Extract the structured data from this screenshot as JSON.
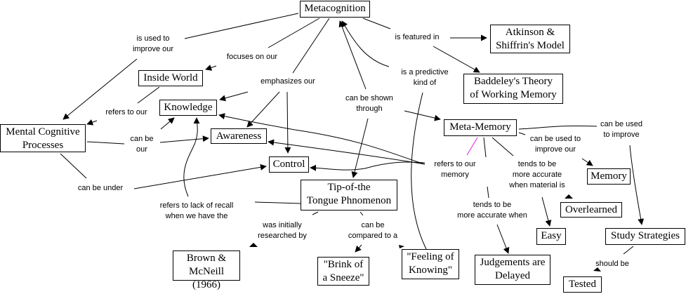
{
  "diagram": {
    "title": "Metacognition",
    "concepts": {
      "metacognition": "Metacognition",
      "atkinson": "Atkinson &\nShiffrin's Model",
      "baddeley": "Baddeley's Theory\nof Working Memory",
      "inside_world": "Inside World",
      "knowledge": "Knowledge",
      "mental_cognitive": "Mental Cognitive\nProcesses",
      "awareness": "Awareness",
      "control": "Control",
      "meta_memory": "Meta-Memory",
      "tip_of_tongue": "Tip-of-the\nTongue Phnomenon",
      "memory": "Memory",
      "overlearned": "Overlearned",
      "easy": "Easy",
      "study_strategies": "Study Strategies",
      "brown_mcneill": "Brown & McNeill\n(1966)",
      "brink_sneeze": "\"Brink of\na Sneeze\"",
      "feeling_knowing": "\"Feeling of\nKnowing\"",
      "judgements_delayed": "Judgements are\nDelayed",
      "tested": "Tested"
    },
    "phrases": {
      "is_used_to_improve": "is used to\nimprove our",
      "focuses_on": "focuses on our",
      "is_featured_in": "is featured in",
      "emphasizes": "emphasizes our",
      "is_predictive": "is a predictive\nkind of",
      "refers_to_our": "refers to our",
      "can_be_shown": "can be shown\nthrough",
      "can_be_our": "can be\nour",
      "can_be_used_to_improve_our": "can be used to\nimprove our",
      "can_be_used_to_improve": "can be used\nto improve",
      "refers_to_memory": "refers to our\nmemory",
      "tends_material": "tends to be\nmore accurate\nwhen material is",
      "can_be_under": "can be under",
      "refers_lack_recall": "refers to lack of recall\nwhen we have the",
      "tends_when": "tends to be\nmore accurate when",
      "was_initially": "was initially\nresearched by",
      "can_be_compared": "can be\ncompared to a",
      "should_be": "should be"
    },
    "colors": {
      "line": "#000000",
      "highlight_line": "#e020e0",
      "background": "#ffffff"
    }
  }
}
